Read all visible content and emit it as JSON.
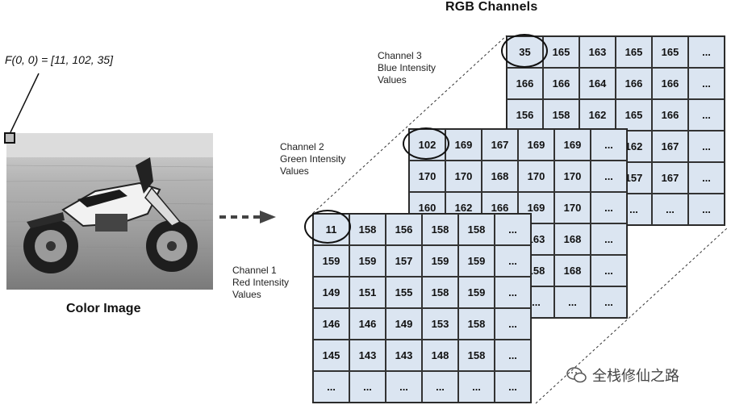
{
  "title": "RGB Channels",
  "formula": "F(0, 0) = [11, 102, 35]",
  "image_caption": "Color Image",
  "channels": {
    "blue": {
      "label": [
        "Channel 3",
        "Blue Intensity",
        "Values"
      ],
      "rows": [
        [
          "35",
          "165",
          "163",
          "165",
          "165",
          "..."
        ],
        [
          "166",
          "166",
          "164",
          "166",
          "166",
          "..."
        ],
        [
          "156",
          "158",
          "162",
          "165",
          "166",
          "..."
        ],
        [
          "",
          "",
          "",
          "162",
          "167",
          "..."
        ],
        [
          "",
          "",
          "",
          "157",
          "167",
          "..."
        ],
        [
          "",
          "",
          "",
          "...",
          "...",
          "..."
        ]
      ]
    },
    "green": {
      "label": [
        "Channel 2",
        "Green Intensity",
        "Values"
      ],
      "rows": [
        [
          "102",
          "169",
          "167",
          "169",
          "169",
          "..."
        ],
        [
          "170",
          "170",
          "168",
          "170",
          "170",
          "..."
        ],
        [
          "160",
          "162",
          "166",
          "169",
          "170",
          "..."
        ],
        [
          "",
          "",
          "",
          "163",
          "168",
          "..."
        ],
        [
          "",
          "",
          "",
          "158",
          "168",
          "..."
        ],
        [
          "",
          "",
          "",
          "...",
          "...",
          "..."
        ]
      ]
    },
    "red": {
      "label": [
        "Channel 1",
        "Red Intensity",
        "Values"
      ],
      "rows": [
        [
          "11",
          "158",
          "156",
          "158",
          "158",
          "..."
        ],
        [
          "159",
          "159",
          "157",
          "159",
          "159",
          "..."
        ],
        [
          "149",
          "151",
          "155",
          "158",
          "159",
          "..."
        ],
        [
          "146",
          "146",
          "149",
          "153",
          "158",
          "..."
        ],
        [
          "145",
          "143",
          "143",
          "148",
          "158",
          "..."
        ],
        [
          "...",
          "...",
          "...",
          "...",
          "...",
          "..."
        ]
      ]
    }
  },
  "watermark": "全栈修仙之路",
  "icons": {
    "watermark": "wechat-icon",
    "arrow": "dashed-arrow-icon"
  }
}
